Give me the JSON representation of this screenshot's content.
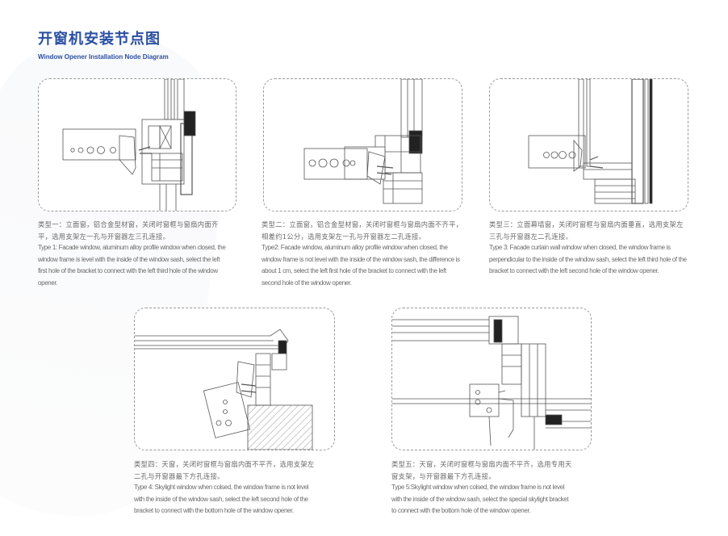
{
  "header": {
    "title": "开窗机安装节点图",
    "subtitle": "Window Opener Installation Node Diagram"
  },
  "types": [
    {
      "zh": "类型一：立面窗，铝合金型材窗，关闭时窗框与窗扇内面齐平，选用支架左一孔与开窗器左三孔连接。",
      "en": "Type 1: Facade window, aluminum alloy profile window when closed, the window frame is level with the inside of the window sash, select the left first hole of the bracket to connect with the left third hole of the window opener."
    },
    {
      "zh": "类型二：立面窗，铝合金型材窗，关闭时窗框与窗扇内面不齐平，相差约1公分，选用支架左一孔与开窗器左二孔连接。",
      "en": "Type2: Facade window, aluminum alloy profile window when closed, the window frame is not level with the inside of the window sash, the difference is about 1 cm, select the left first hole of the bracket to connect with the left second hole of the window opener."
    },
    {
      "zh": "类型三：立面幕墙窗，关闭时窗框与窗扇内面垂直，选用支架左三孔与开窗器左二孔连接。",
      "en": "Type 3: Facade curtain wall window when closed, the window frame is perpendicular to the inside of the window sash, select the left third hole of the bracket to connect with the left second hole of the window opener."
    },
    {
      "zh": "类型四：天窗，关闭时窗框与窗扇内面不平齐，选用支架左二孔与开窗器最下方孔连接。",
      "en": "Type 4: Skylight window when colsed, the window frame is not level with the inside of the window sash, select the left second hole of the bracket to connect with the bottom hole of the window opener."
    },
    {
      "zh": "类型五：天窗，关闭时窗框与窗扇内面不平齐，选用专用天窗支架，与开窗器最下方孔连接。",
      "en": "Type 5:Skylight window when colsed, the window frame is not level with the inside of the window sash, select the special skylight bracket to connect with the bottom hole of the window opener."
    }
  ]
}
